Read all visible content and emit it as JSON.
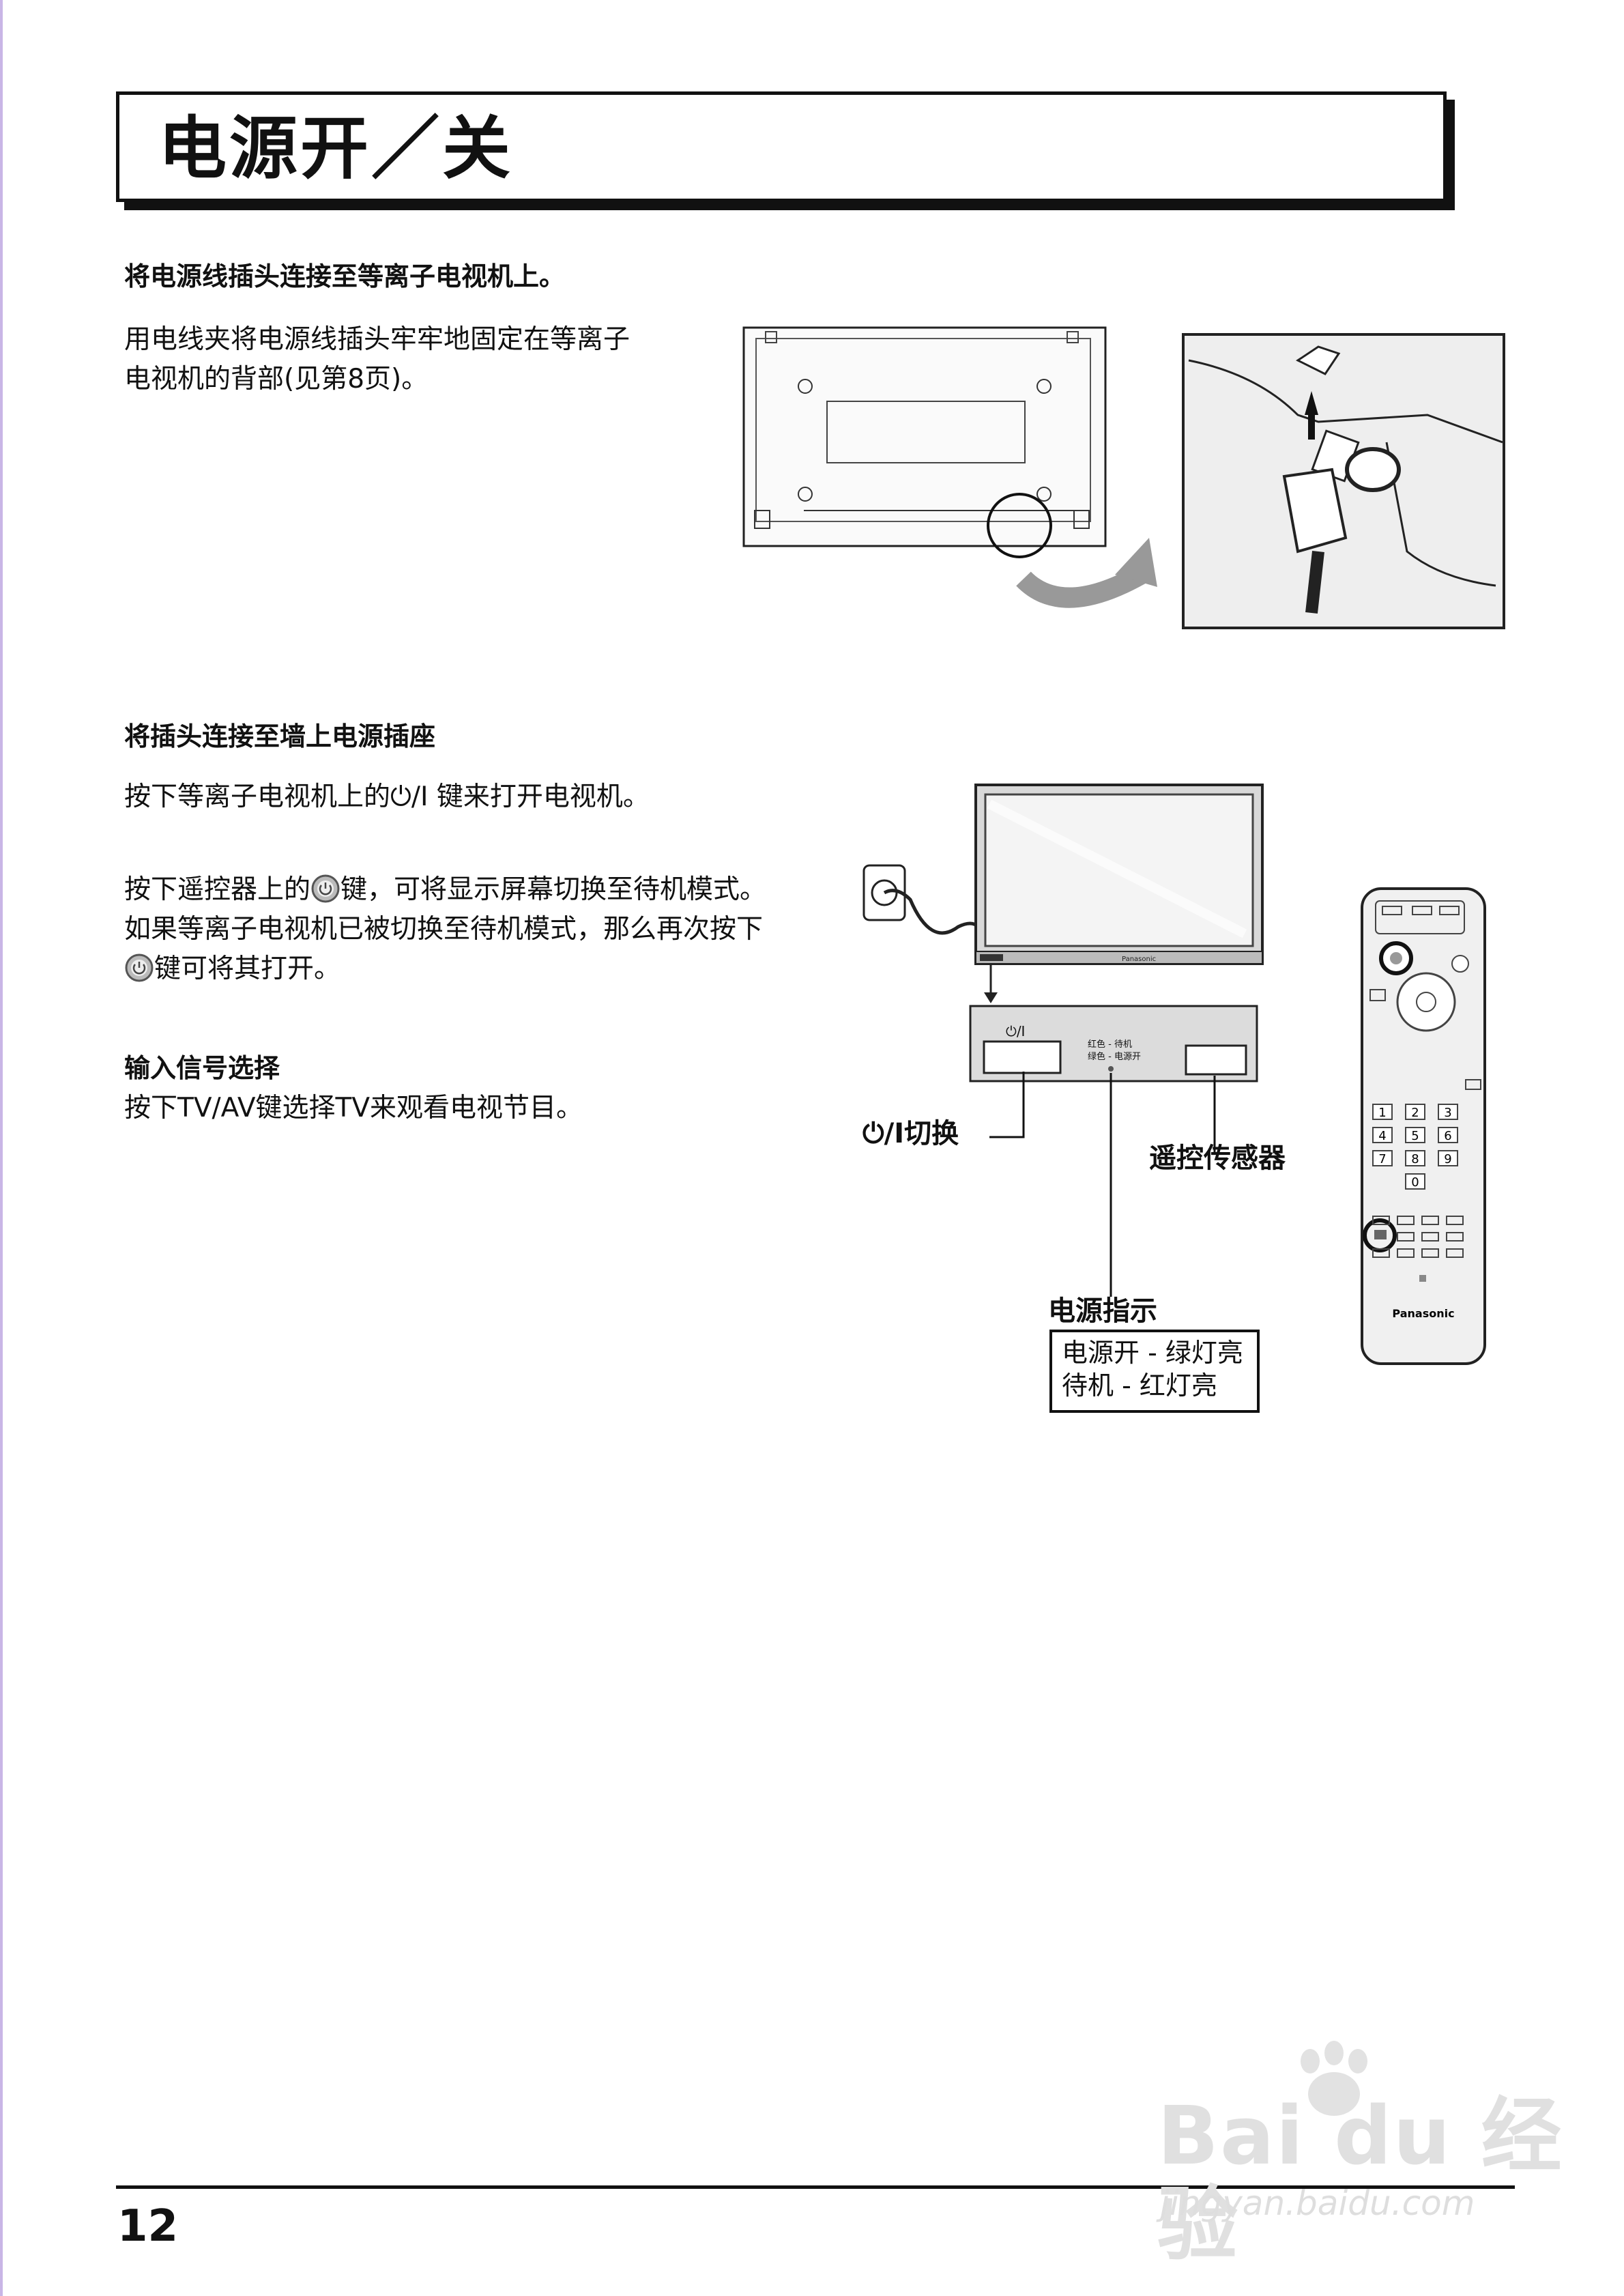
{
  "title": "电源开／关",
  "section1": {
    "heading": "将电源线插头连接至等离子电视机上。",
    "lines": [
      "用电线夹将电源线插头牢牢地固定在等离子",
      "电视机的背部(见第8页)。"
    ]
  },
  "section2": {
    "heading": "将插头连接至墙上电源插座",
    "line": "按下等离子电视机上的⏻/I 键来打开电视机。"
  },
  "section3": {
    "line1_pre": "按下遥控器上的",
    "line1_post": "键，可将显示屏幕切换至待机模式。",
    "line2": "如果等离子电视机已被切换至待机模式，那么再次按下",
    "line3_post": "键可将其打开。"
  },
  "section4": {
    "heading": "输入信号选择",
    "line": "按下TV/AV键选择TV来观看电视节目。"
  },
  "diagram": {
    "switch_caption": "⏻/I切换",
    "sensor_caption": "遥控传感器",
    "panel_switch_label": "⏻/I",
    "panel_led_line1": "红色 - 待机",
    "panel_led_line2": "绿色 - 电源开",
    "tv_brand": "Panasonic",
    "power_indicator_title": "电源指示",
    "legend": [
      "电源开  - 绿灯亮",
      "待机      - 红灯亮"
    ],
    "remote_brand": "Panasonic",
    "remote_keys": [
      "1",
      "2",
      "3",
      "4",
      "5",
      "6",
      "7",
      "8",
      "9",
      "0"
    ]
  },
  "footer": {
    "page_number": "12",
    "watermark_main": "Bai du 经验",
    "watermark_sub": "jingyan.baidu.com"
  }
}
